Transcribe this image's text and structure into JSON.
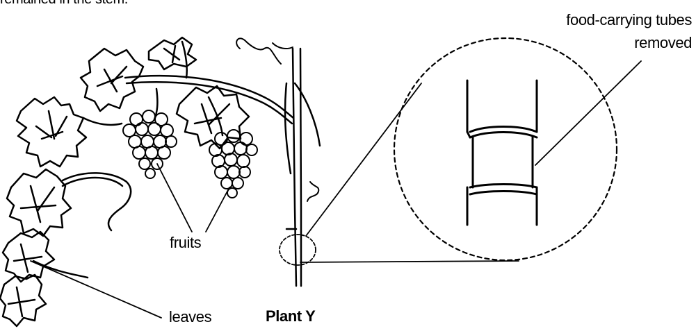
{
  "caption": "remained in the stem.",
  "labels": {
    "food_tubes_line1": "food-carrying tubes",
    "food_tubes_line2": "removed",
    "fruits": "fruits",
    "leaves": "leaves",
    "plant": "Plant Y"
  },
  "colors": {
    "ink": "#000000",
    "background": "#ffffff"
  }
}
